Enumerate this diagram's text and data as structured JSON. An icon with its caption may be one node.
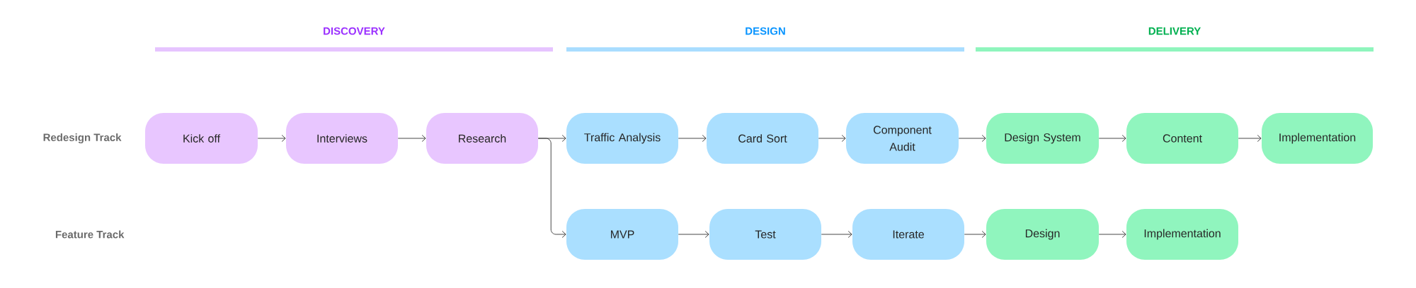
{
  "diagram": {
    "nodes": [
      {
        "text": [
          "Kick off"
        ]
      },
      {
        "text": [
          "Interviews"
        ]
      },
      {
        "text": [
          "Research"
        ]
      },
      {
        "text": [
          "Traffic Analysis"
        ]
      },
      {
        "text": [
          "Card Sort"
        ]
      },
      {
        "text": [
          "Component Audit"
        ]
      },
      {
        "text": [
          "Design System"
        ]
      },
      {
        "text": [
          "Content"
        ]
      },
      {
        "text": [
          "Implementation"
        ]
      },
      {
        "text": [
          "MVP"
        ]
      },
      {
        "text": [
          "Test"
        ]
      },
      {
        "text": [
          "Iterate"
        ]
      },
      {
        "text": [
          "Design"
        ]
      },
      {
        "text": [
          "Implementation"
        ]
      }
    ],
    "edges": [
      {
        "from": 0,
        "to": 1,
        "arrow": "to"
      },
      {
        "from": 1,
        "to": 2,
        "arrow": "to"
      },
      {
        "from": 2,
        "to": 3,
        "arrow": "to"
      },
      {
        "from": 3,
        "to": 4,
        "arrow": "to"
      },
      {
        "from": 4,
        "to": 5,
        "arrow": "to"
      },
      {
        "from": 5,
        "to": 6,
        "arrow": "to"
      },
      {
        "from": 6,
        "to": 7,
        "arrow": "to"
      },
      {
        "from": 7,
        "to": 8,
        "arrow": "to"
      },
      {
        "from": 2,
        "to": 9,
        "arrow": "to"
      },
      {
        "from": 9,
        "to": 10,
        "arrow": "to"
      },
      {
        "from": 10,
        "to": 11,
        "arrow": "to"
      },
      {
        "from": 11,
        "to": 12,
        "arrow": "to"
      },
      {
        "from": 12,
        "to": 13,
        "arrow": "to"
      }
    ],
    "labels": [
      "DISCOVERY",
      "DESIGN",
      "DELIVERY",
      "Redesign Track",
      "Feature Track"
    ]
  }
}
